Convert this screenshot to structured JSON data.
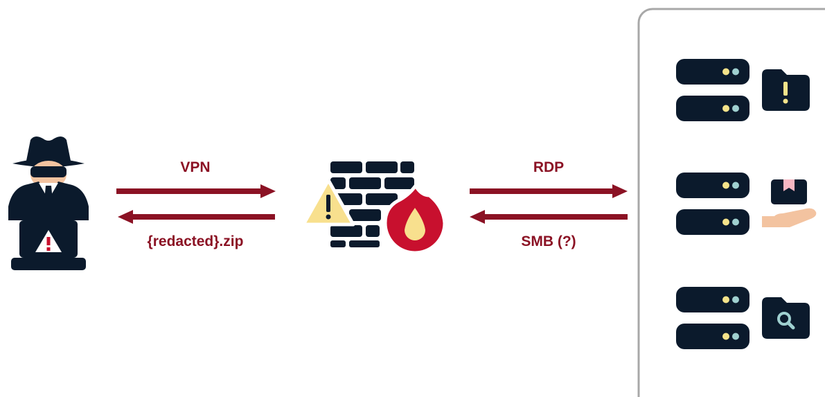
{
  "colors": {
    "arrow": "#8b1224",
    "dark": "#0b1a2c",
    "fire": "#c8102e",
    "warning": "#f8e08e",
    "led_yellow": "#f5e38a",
    "led_blue": "#9fd0d0",
    "hand": "#f3c3a0",
    "pink": "#f7b6c2",
    "border": "#a8a8a8"
  },
  "links": {
    "vpn": "VPN",
    "zip": "{redacted}.zip",
    "rdp": "RDP",
    "smb": "SMB (?)"
  },
  "icons": {
    "attacker": "hacker-with-laptop-icon",
    "firewall": "firewall-warning-fire-icon",
    "server_1": "server-icon",
    "server_2": "server-icon",
    "server_3": "server-icon",
    "folder_alert": "folder-warning-icon",
    "hand_package": "hand-with-package-icon",
    "folder_search": "folder-search-icon"
  }
}
